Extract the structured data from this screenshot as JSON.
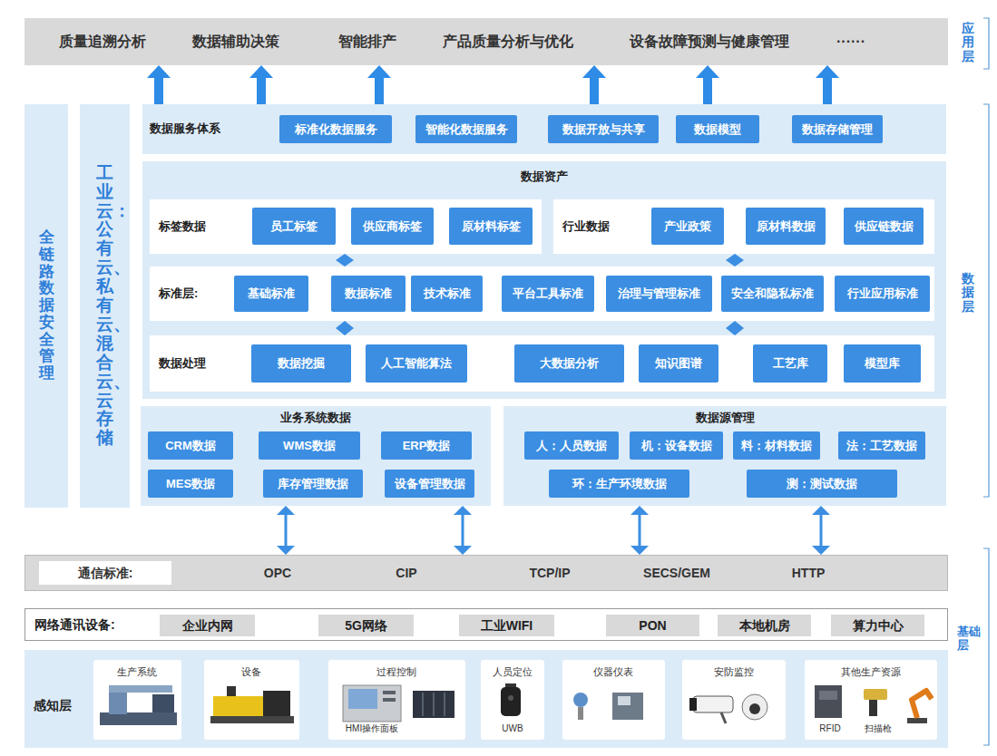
{
  "diagram": {
    "nodes": [
      {
        "text": [
          "质量追溯分析",
          "数据辅助决策",
          "智能排产",
          "产品质量分析与优化",
          "设备故障预测与健康管理",
          "······"
        ]
      },
      {
        "text": [
          "全链路数据安全管理"
        ]
      },
      {
        "text": [
          "工业云：公有云、私有云、混合云、云存储"
        ]
      },
      {
        "text": [
          "数据服务体系"
        ]
      },
      {
        "text": [
          "标准化数据服务"
        ],
        "in": 3
      },
      {
        "text": [
          "智能化数据服务"
        ],
        "in": 3
      },
      {
        "text": [
          "数据开放与共享"
        ],
        "in": 3
      },
      {
        "text": [
          "数据模型"
        ],
        "in": 3
      },
      {
        "text": [
          "数据存储管理"
        ],
        "in": 3
      },
      {
        "text": [
          "数据资产"
        ]
      },
      {
        "text": [
          "标签数据"
        ],
        "in": 9
      },
      {
        "text": [
          "员工标签"
        ],
        "in": 10
      },
      {
        "text": [
          "供应商标签"
        ],
        "in": 10
      },
      {
        "text": [
          "原材料标签"
        ],
        "in": 10
      },
      {
        "text": [
          "行业数据"
        ],
        "in": 9
      },
      {
        "text": [
          "产业政策"
        ],
        "in": 14
      },
      {
        "text": [
          "原材料数据"
        ],
        "in": 14
      },
      {
        "text": [
          "供应链数据"
        ],
        "in": 14
      },
      {
        "text": [
          "标准层:"
        ],
        "in": 9
      },
      {
        "text": [
          "基础标准"
        ],
        "in": 18
      },
      {
        "text": [
          "数据标准"
        ],
        "in": 18
      },
      {
        "text": [
          "技术标准"
        ],
        "in": 18
      },
      {
        "text": [
          "平台工具标准"
        ],
        "in": 18
      },
      {
        "text": [
          "治理与管理标准"
        ],
        "in": 18
      },
      {
        "text": [
          "安全和隐私标准"
        ],
        "in": 18
      },
      {
        "text": [
          "行业应用标准"
        ],
        "in": 18
      },
      {
        "text": [
          "数据处理"
        ],
        "in": 9
      },
      {
        "text": [
          "数据挖掘"
        ],
        "in": 26
      },
      {
        "text": [
          "人工智能算法"
        ],
        "in": 26
      },
      {
        "text": [
          "大数据分析"
        ],
        "in": 26
      },
      {
        "text": [
          "知识图谱"
        ],
        "in": 26
      },
      {
        "text": [
          "工艺库"
        ],
        "in": 26
      },
      {
        "text": [
          "模型库"
        ],
        "in": 26
      },
      {
        "text": [
          "业务系统数据"
        ]
      },
      {
        "text": [
          "CRM数据"
        ],
        "in": 33
      },
      {
        "text": [
          "WMS数据"
        ],
        "in": 33
      },
      {
        "text": [
          "ERP数据"
        ],
        "in": 33
      },
      {
        "text": [
          "MES数据"
        ],
        "in": 33
      },
      {
        "text": [
          "库存管理数据"
        ],
        "in": 33
      },
      {
        "text": [
          "设备管理数据"
        ],
        "in": 33
      },
      {
        "text": [
          "数据源管理"
        ]
      },
      {
        "text": [
          "人：人员数据"
        ],
        "in": 40
      },
      {
        "text": [
          "机：设备数据"
        ],
        "in": 40
      },
      {
        "text": [
          "料：材料数据"
        ],
        "in": 40
      },
      {
        "text": [
          "法：工艺数据"
        ],
        "in": 40
      },
      {
        "text": [
          "环：生产环境数据"
        ],
        "in": 40
      },
      {
        "text": [
          "测：测试数据"
        ],
        "in": 40
      },
      {
        "text": [
          "OPC",
          "CIP",
          "TCP/IP",
          "SECS/GEM",
          "HTTP"
        ]
      },
      {
        "text": [
          "通信标准:"
        ],
        "in": 47
      },
      {
        "text": [
          "网络通讯设备:"
        ]
      },
      {
        "text": [
          "企业内网"
        ],
        "in": 49
      },
      {
        "text": [
          "5G网络"
        ],
        "in": 49
      },
      {
        "text": [
          "工业WIFI"
        ],
        "in": 49
      },
      {
        "text": [
          "PON"
        ],
        "in": 49
      },
      {
        "text": [
          "本地机房"
        ],
        "in": 49
      },
      {
        "text": [
          "算力中心"
        ],
        "in": 49
      },
      {
        "text": [
          "感知层"
        ]
      },
      {
        "text": [
          "生产系统"
        ],
        "in": 56
      },
      {
        "text": [
          "设备"
        ],
        "in": 56
      },
      {
        "text": [
          "过程控制",
          "HMI操作面板"
        ],
        "in": 56
      },
      {
        "text": [
          "人员定位",
          "UWB"
        ],
        "in": 56
      },
      {
        "text": [
          "仪器仪表"
        ],
        "in": 56
      },
      {
        "text": [
          "安防监控"
        ],
        "in": 56
      },
      {
        "text": [
          "其他生产资源",
          "RFID",
          "扫描枪"
        ],
        "in": 56
      }
    ],
    "edges": [
      {
        "from": 3,
        "to": 0,
        "arrow": "to"
      },
      {
        "from": 3,
        "to": 0,
        "arrow": "to"
      },
      {
        "from": 3,
        "to": 0,
        "arrow": "to"
      },
      {
        "from": 3,
        "to": 0,
        "arrow": "to"
      },
      {
        "from": 3,
        "to": 0,
        "arrow": "to"
      },
      {
        "from": 3,
        "to": 0,
        "arrow": "to"
      },
      {
        "from": 10,
        "to": 18,
        "arrow": "both"
      },
      {
        "from": 14,
        "to": 18,
        "arrow": "both"
      },
      {
        "from": 18,
        "to": 26,
        "arrow": "both"
      },
      {
        "from": 18,
        "to": 26,
        "arrow": "both"
      },
      {
        "from": 33,
        "to": 47,
        "arrow": "both"
      },
      {
        "from": 33,
        "to": 47,
        "arrow": "both"
      },
      {
        "from": 40,
        "to": 47,
        "arrow": "both"
      },
      {
        "from": 40,
        "to": 47,
        "arrow": "both"
      }
    ],
    "labels": [
      "应用层",
      "数据层",
      "基础层"
    ]
  }
}
